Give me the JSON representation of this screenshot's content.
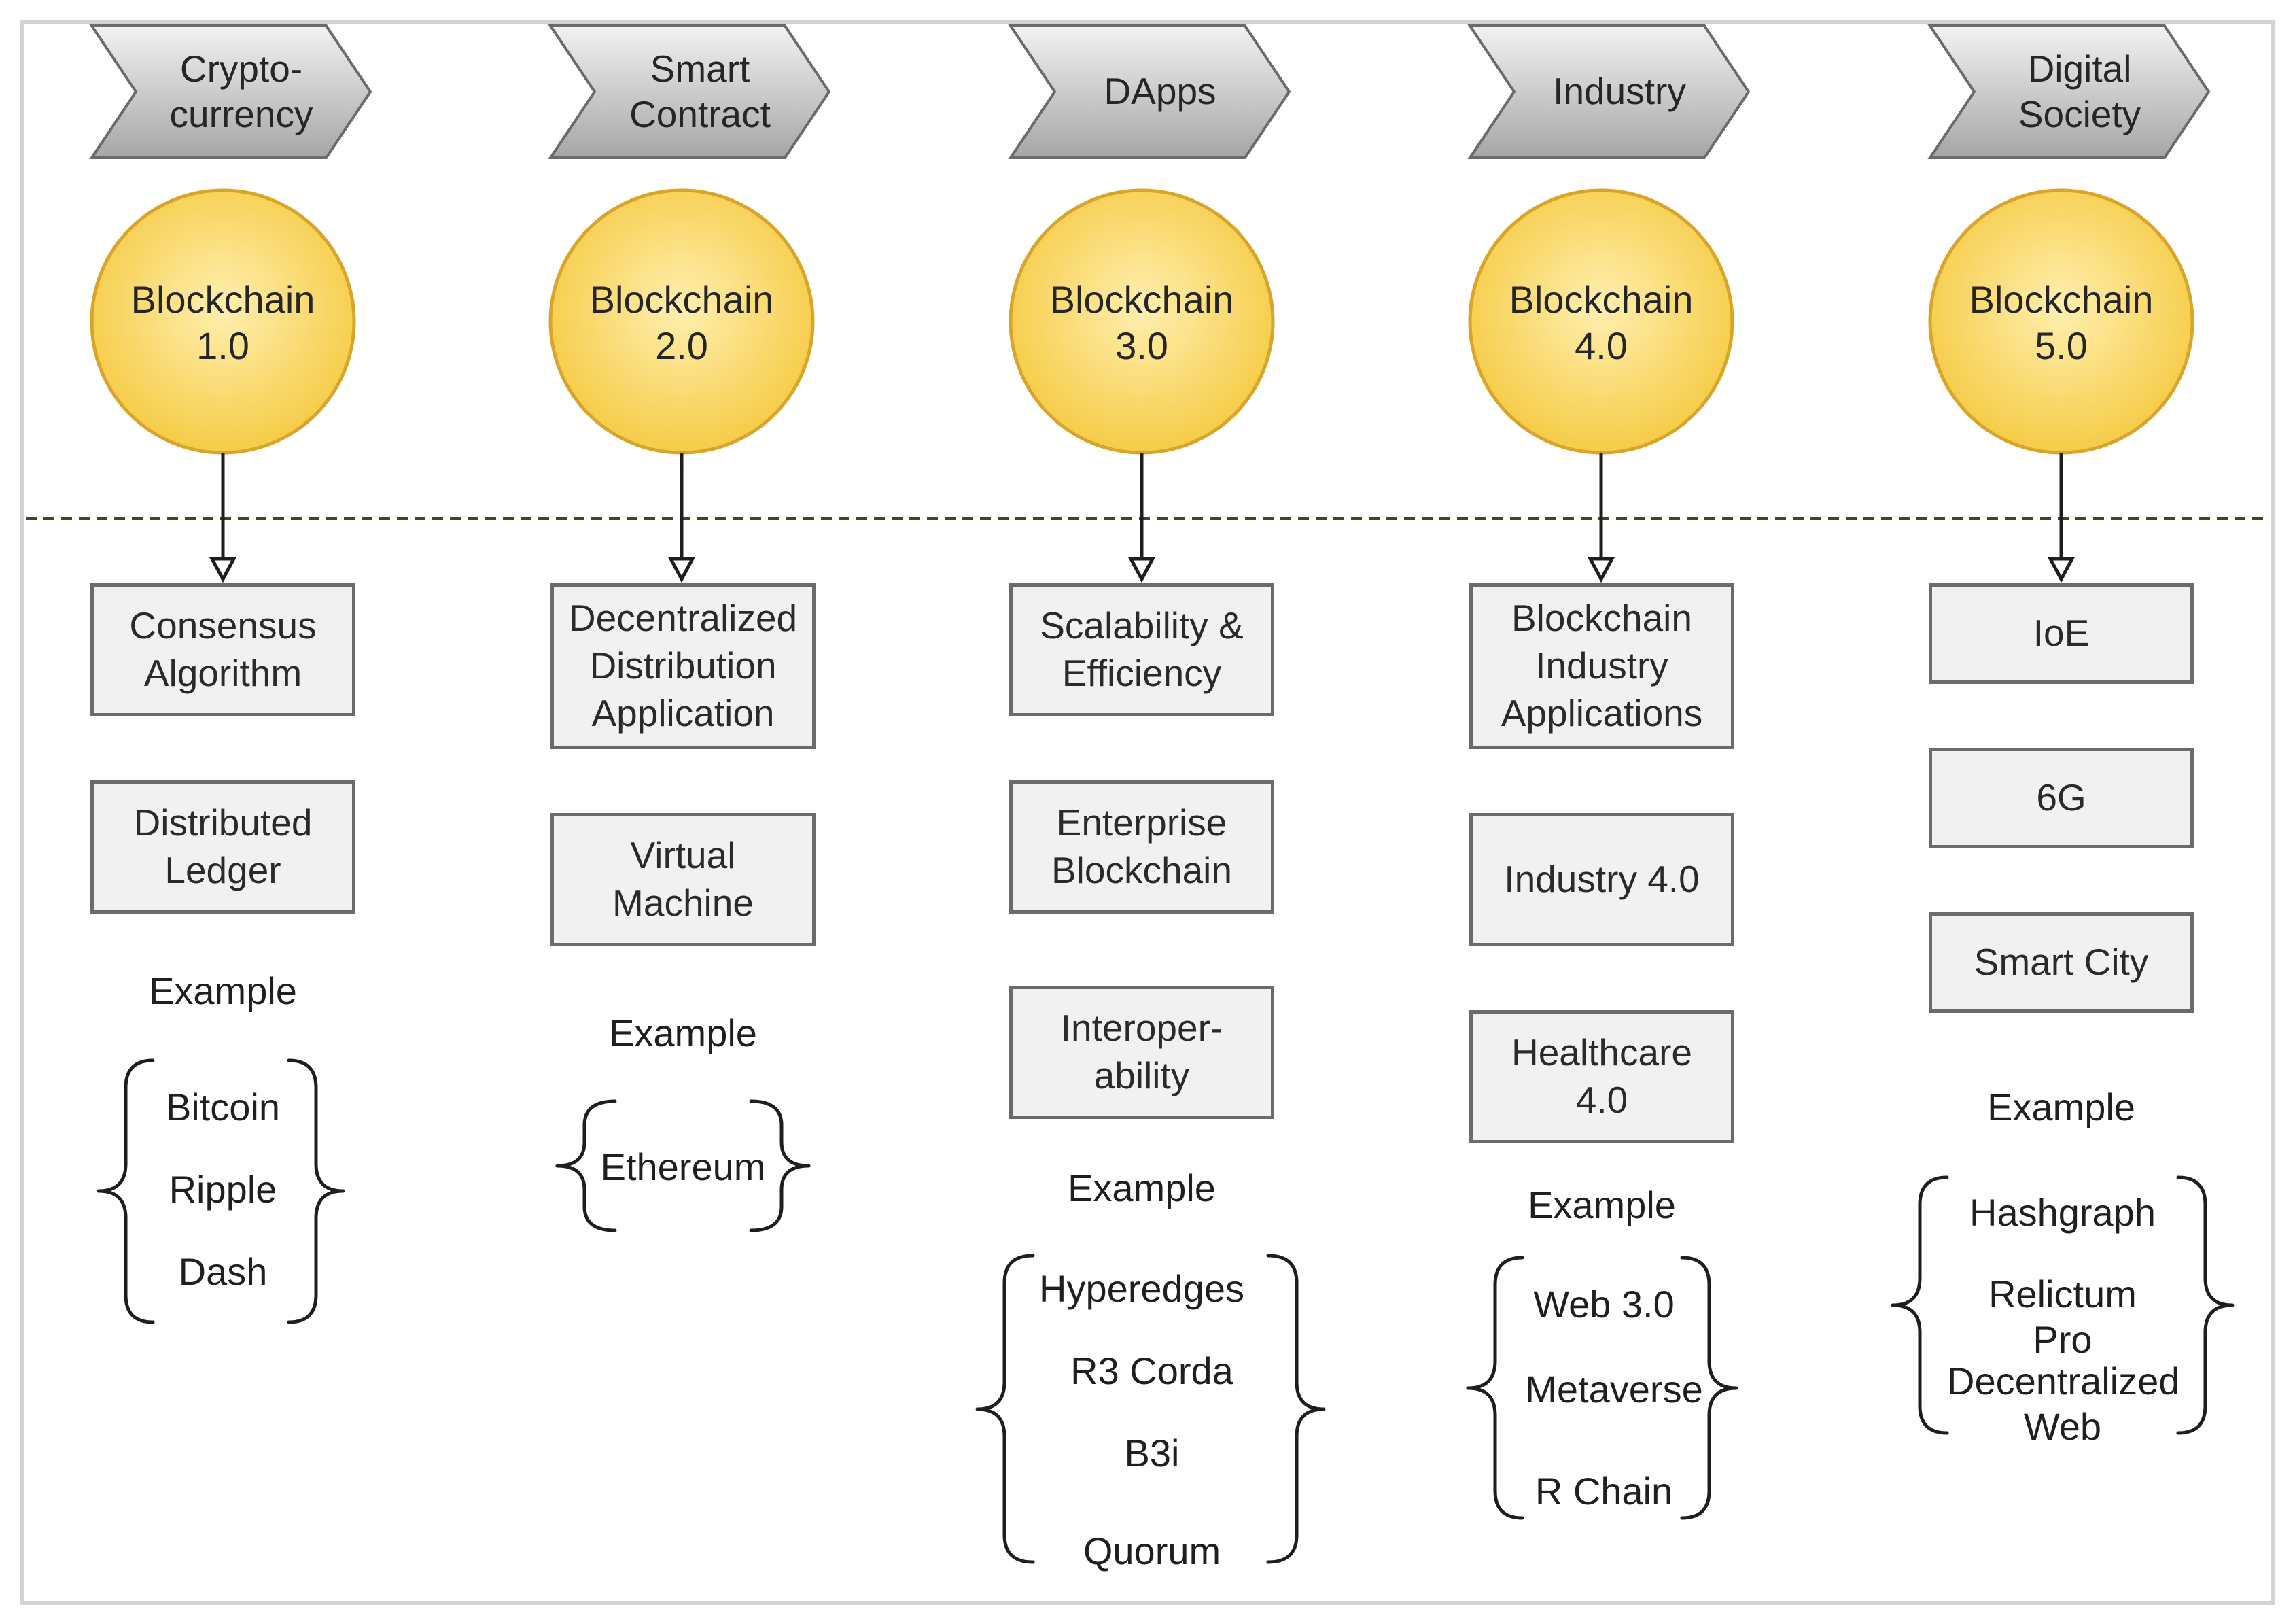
{
  "colors": {
    "chevron_fill_top": "#f2f2f2",
    "chevron_fill_bottom": "#a6a6a6",
    "chevron_stroke": "#6b6b6b",
    "circle_fill_center": "#ffefb0",
    "circle_fill_edge": "#f5c93e",
    "circle_stroke": "#d9a42a",
    "box_fill": "#f1f1f1",
    "box_stroke": "#6b6b6b",
    "divider": "#3b4a1e"
  },
  "columns": [
    {
      "category": "Crypto-\ncurrency",
      "stage": "Blockchain\n1.0",
      "features": [
        "Consensus\nAlgorithm",
        "Distributed\nLedger"
      ],
      "example_label": "Example",
      "examples": [
        "Bitcoin",
        "Ripple",
        "Dash"
      ]
    },
    {
      "category": "Smart\nContract",
      "stage": "Blockchain\n2.0",
      "features": [
        "Decentralized\nDistribution\nApplication",
        "Virtual\nMachine"
      ],
      "example_label": "Example",
      "examples": [
        "Ethereum"
      ]
    },
    {
      "category": "DApps",
      "stage": "Blockchain\n3.0",
      "features": [
        "Scalability &\nEfficiency",
        "Enterprise\nBlockchain",
        "Interoper-\nability"
      ],
      "example_label": "Example",
      "examples": [
        "Hyperedges",
        "R3 Corda",
        "B3i",
        "Quorum"
      ]
    },
    {
      "category": "Industry",
      "stage": "Blockchain\n4.0",
      "features": [
        "Blockchain\nIndustry\nApplications",
        "Industry 4.0",
        "Healthcare\n4.0"
      ],
      "example_label": "Example",
      "examples": [
        "Web 3.0",
        "Metaverse",
        "R Chain"
      ]
    },
    {
      "category": "Digital\nSociety",
      "stage": "Blockchain\n5.0",
      "features": [
        "IoE",
        "6G",
        "Smart City"
      ],
      "example_label": "Example",
      "examples": [
        "Hashgraph",
        "Relictum Pro",
        "Decentralized\nWeb"
      ]
    }
  ]
}
